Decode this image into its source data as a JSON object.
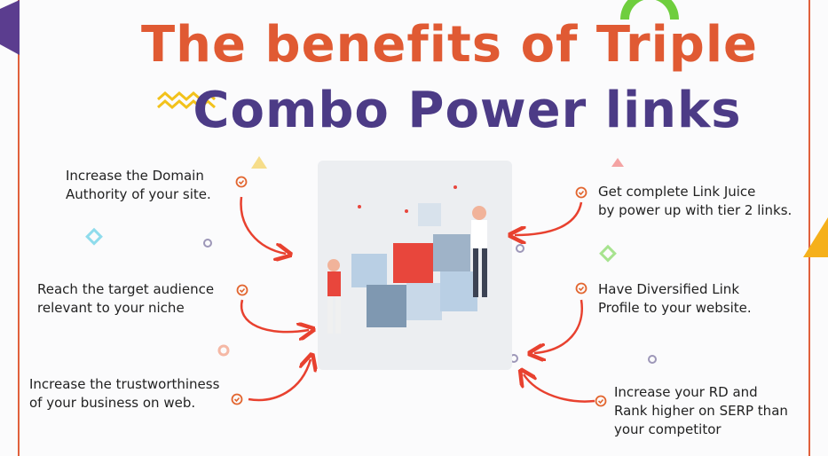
{
  "title": {
    "line1": "The benefits of Triple",
    "line2": "Combo Power links"
  },
  "benefits": [
    {
      "text_line1": "Increase the Domain",
      "text_line2": "Authority of your site."
    },
    {
      "text_line1": "Reach the target audience",
      "text_line2": "relevant to your niche"
    },
    {
      "text_line1": "Increase the trustworthiness",
      "text_line2": "of your business on web."
    },
    {
      "text_line1": "Get complete Link Juice",
      "text_line2": "by power up with tier 2 links."
    },
    {
      "text_line1": "Have Diversified Link",
      "text_line2": "Profile to your website."
    },
    {
      "text_line1": "Increase your RD and",
      "text_line2": "Rank higher on SERP than",
      "text_line3": "your competitor"
    }
  ],
  "colors": {
    "title_orange": "#e05a33",
    "title_purple": "#4c3b86",
    "arrow_red": "#e8412f",
    "check_orange": "#e2652f",
    "zigzag_yellow": "#f2c21b"
  },
  "illustration": "people-assembling-puzzle-pieces"
}
